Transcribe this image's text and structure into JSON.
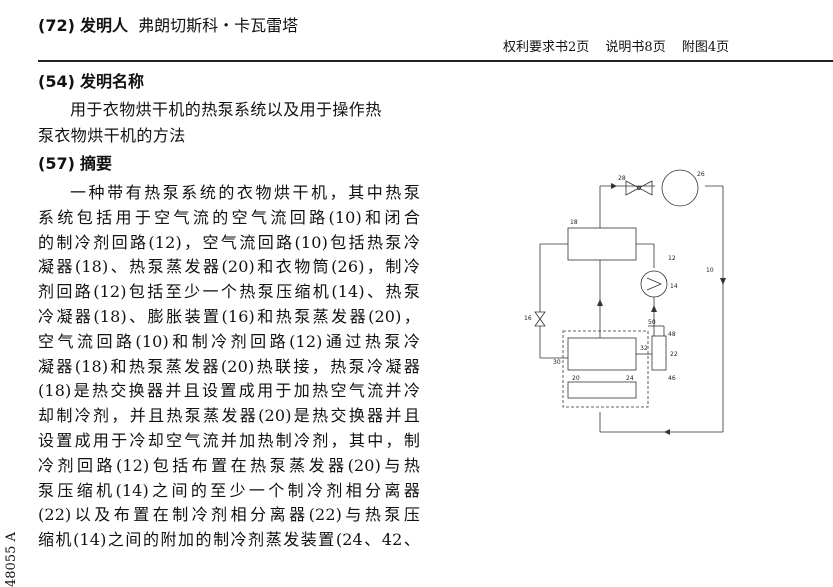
{
  "header": {
    "inventor_code": "(72)",
    "inventor_label": "发明人",
    "inventor_name": "弗朗切斯科・卡瓦雷塔",
    "claims_pages": "权利要求书2页",
    "description_pages": "说明书8页",
    "drawing_pages": "附图4页"
  },
  "title_section": {
    "code": "(54)",
    "label": "发明名称",
    "lines": [
      "用于衣物烘干机的热泵系统以及用于操作热",
      "泵衣物烘干机的方法"
    ]
  },
  "abstract_section": {
    "code": "(57)",
    "label": "摘要",
    "lines": [
      "一种带有热泵系统的衣物烘干机，其中热泵",
      "系统包括用于空气流的空气流回路(10)和闭合",
      "的制冷剂回路(12)，空气流回路(10)包括热泵冷",
      "凝器(18)、热泵蒸发器(20)和衣物筒(26)，制冷",
      "剂回路(12)包括至少一个热泵压缩机(14)、热泵",
      "冷凝器(18)、膨胀装置(16)和热泵蒸发器(20)，",
      "空气流回路(10)和制冷剂回路(12)通过热泵冷",
      "凝器(18)和热泵蒸发器(20)热联接，热泵冷凝器",
      "(18)是热交换器并且设置成用于加热空气流并冷",
      "却制冷剂，并且热泵蒸发器(20)是热交换器并且",
      "设置成用于冷却空气流并加热制冷剂，其中，制",
      "冷剂回路(12)包括布置在热泵蒸发器(20)与热",
      "泵压缩机(14)之间的至少一个制冷剂相分离器",
      "(22)以及布置在制冷剂相分离器(22)与热泵压",
      "缩机(14)之间的附加的制冷剂蒸发装置(24、42、"
    ]
  },
  "side_number": "48055 A",
  "diagram_labels": {
    "fan": "28",
    "drum": "26",
    "condenser": "18",
    "refrigerant_circuit": "12",
    "compressor": "14",
    "air_circuit": "10",
    "expansion": "16",
    "pipe_50": "50",
    "part_48": "48",
    "part_32": "32",
    "part_22": "22",
    "part_30": "30",
    "evaporator": "20",
    "part_24": "24",
    "part_46": "46"
  }
}
